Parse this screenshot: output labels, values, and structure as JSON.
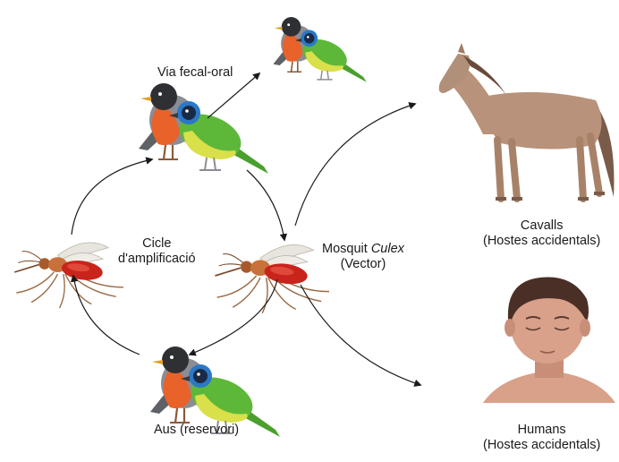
{
  "labels": {
    "fecal_oral": "Via fecal-oral",
    "cycle_line1": "Cicle",
    "cycle_line2": "d'amplificació",
    "mosquito_prefix": "Mosquit",
    "mosquito_genus": "Culex",
    "mosquito_role": "(Vector)",
    "horses": "Cavalls",
    "horses_role": "(Hostes accidentals)",
    "humans": "Humans",
    "humans_role": "(Hostes accidentals)",
    "birds_reservoir": "Aus (reservori)"
  },
  "colors": {
    "robin_breast": "#e8622a",
    "robin_back": "#8a8d93",
    "robin_head": "#2f3033",
    "bird_green": "#5db83a",
    "bird_yellow": "#d9e04a",
    "bird_blue_head": "#2a78c8",
    "mosquito_body": "#c9713a",
    "mosquito_blood": "#c8241c",
    "horse": "#b8927a",
    "skin": "#d9a08a",
    "hair": "#4a2f26",
    "arrow": "#1a1a1a"
  },
  "icons": [
    "bird-pair-icon",
    "mosquito-icon",
    "horse-icon",
    "human-face-icon"
  ]
}
